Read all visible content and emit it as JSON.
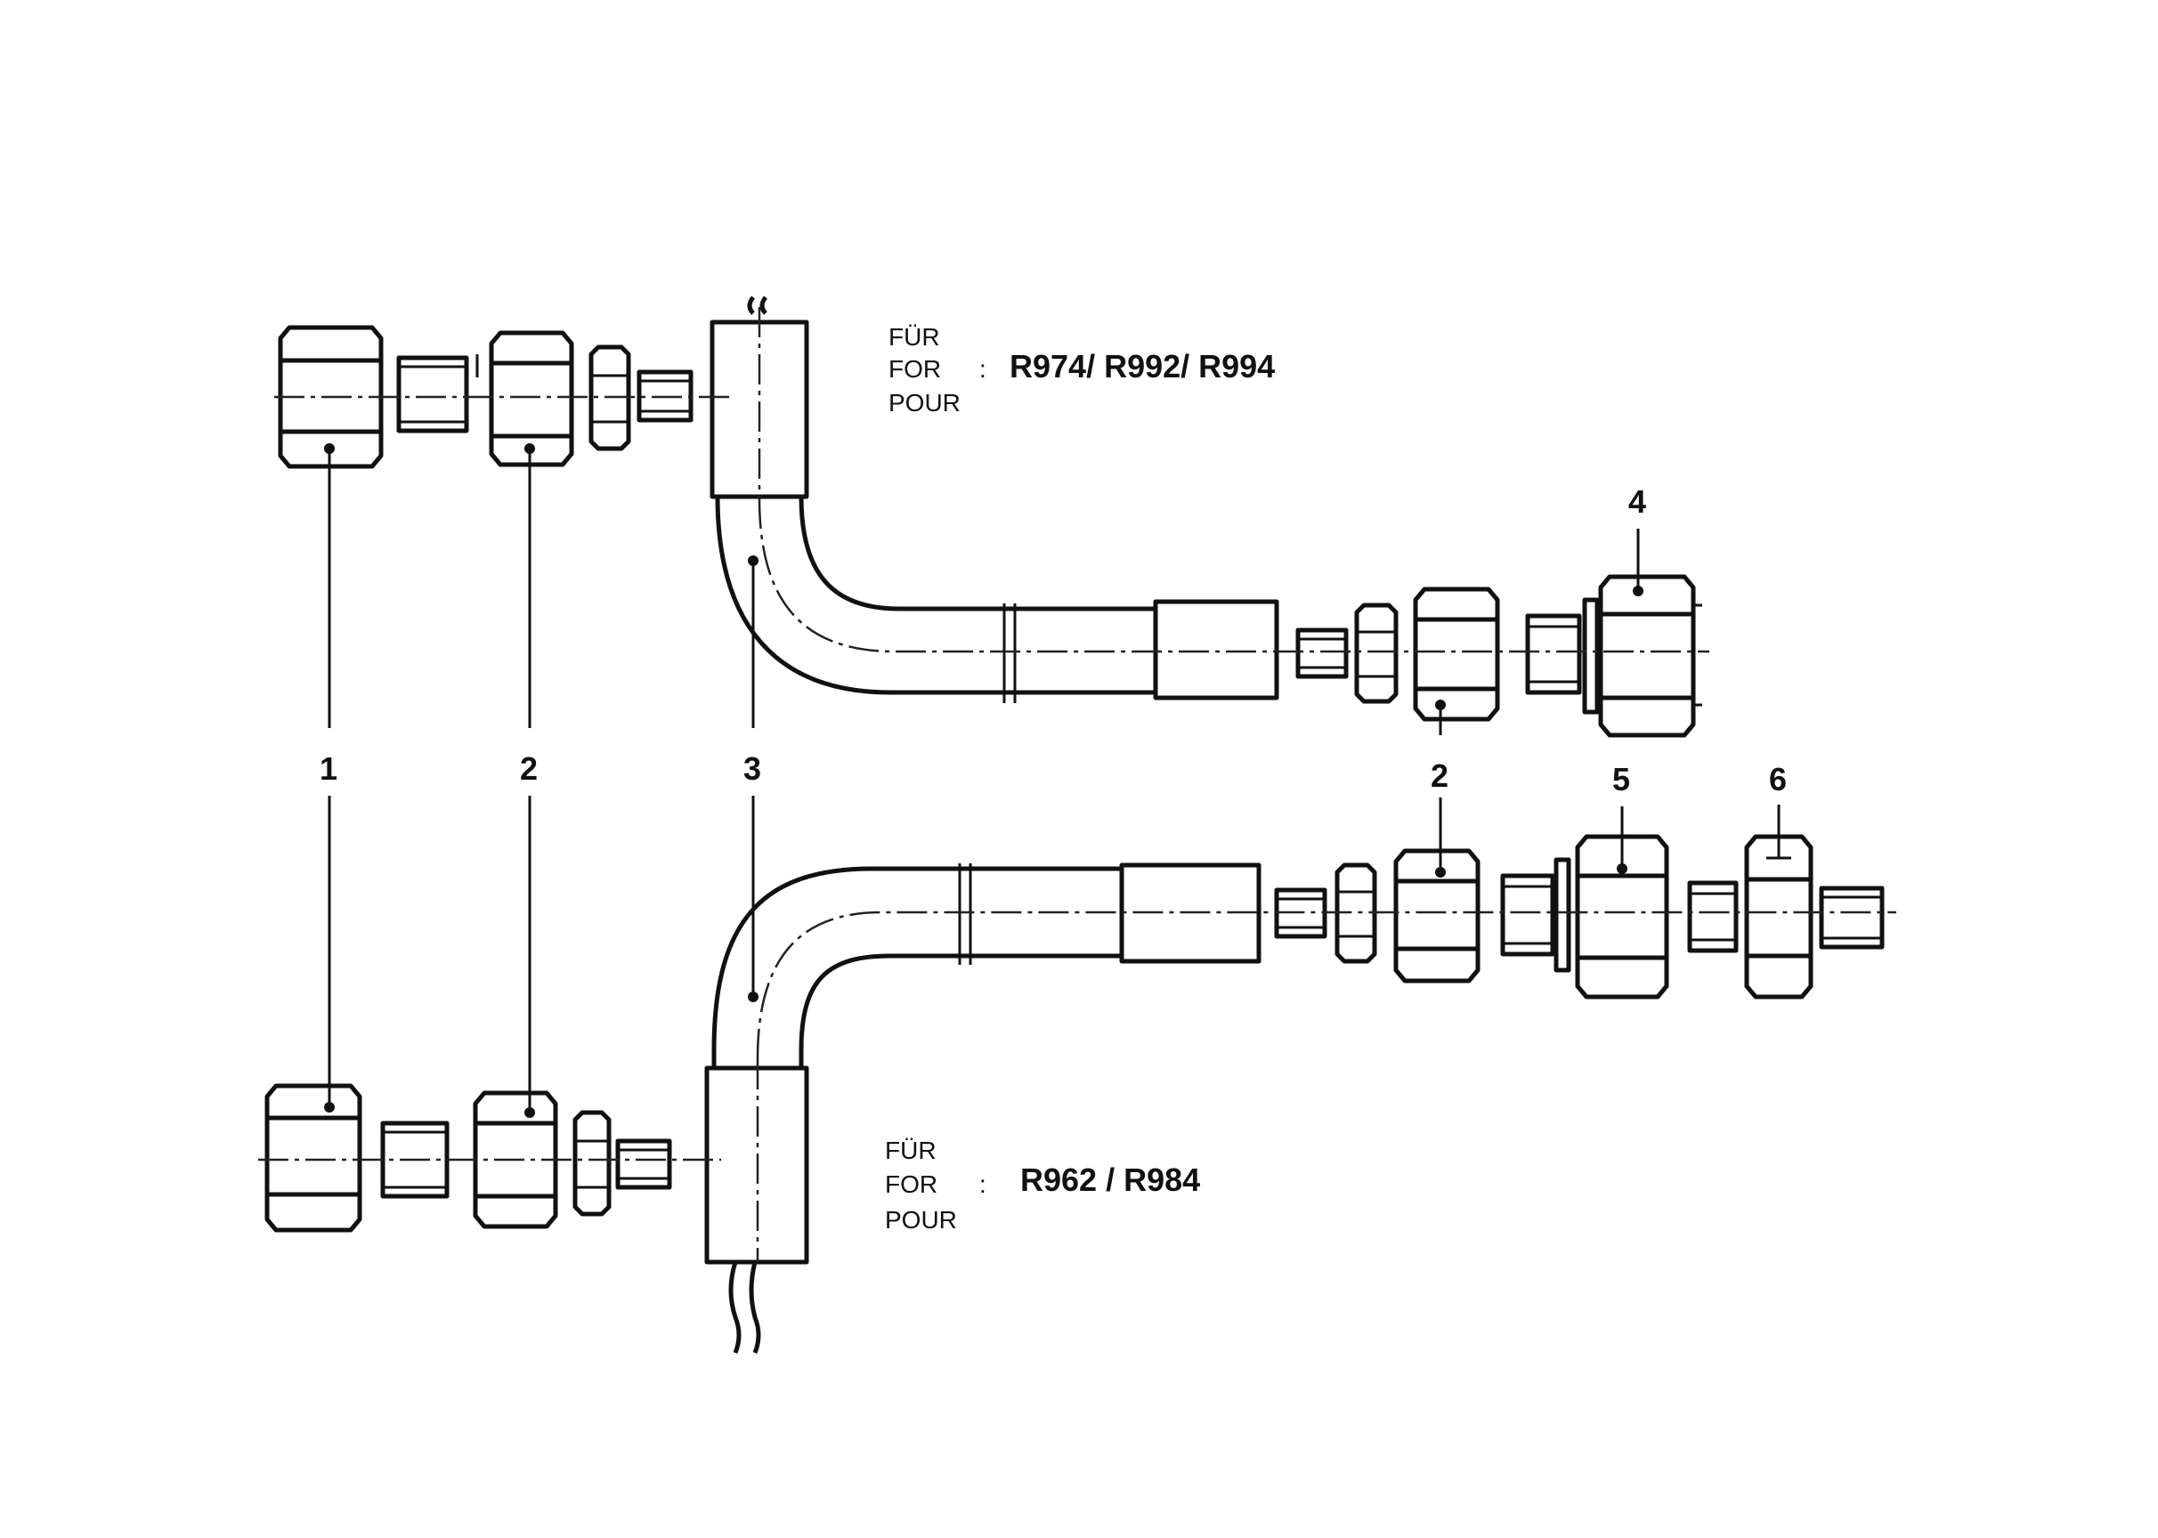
{
  "callouts": {
    "c1": "1",
    "c2_top": "2",
    "c3": "3",
    "c4": "4",
    "c2_right": "2",
    "c5": "5",
    "c6": "6"
  },
  "top_caption": {
    "lines": [
      "FÜR",
      "FOR",
      "POUR"
    ],
    "colon": ":",
    "models": "R974/ R992/ R994"
  },
  "bottom_caption": {
    "lines": [
      "FÜR",
      "FOR",
      "POUR"
    ],
    "colon": ":",
    "models": "R962 / R984"
  }
}
